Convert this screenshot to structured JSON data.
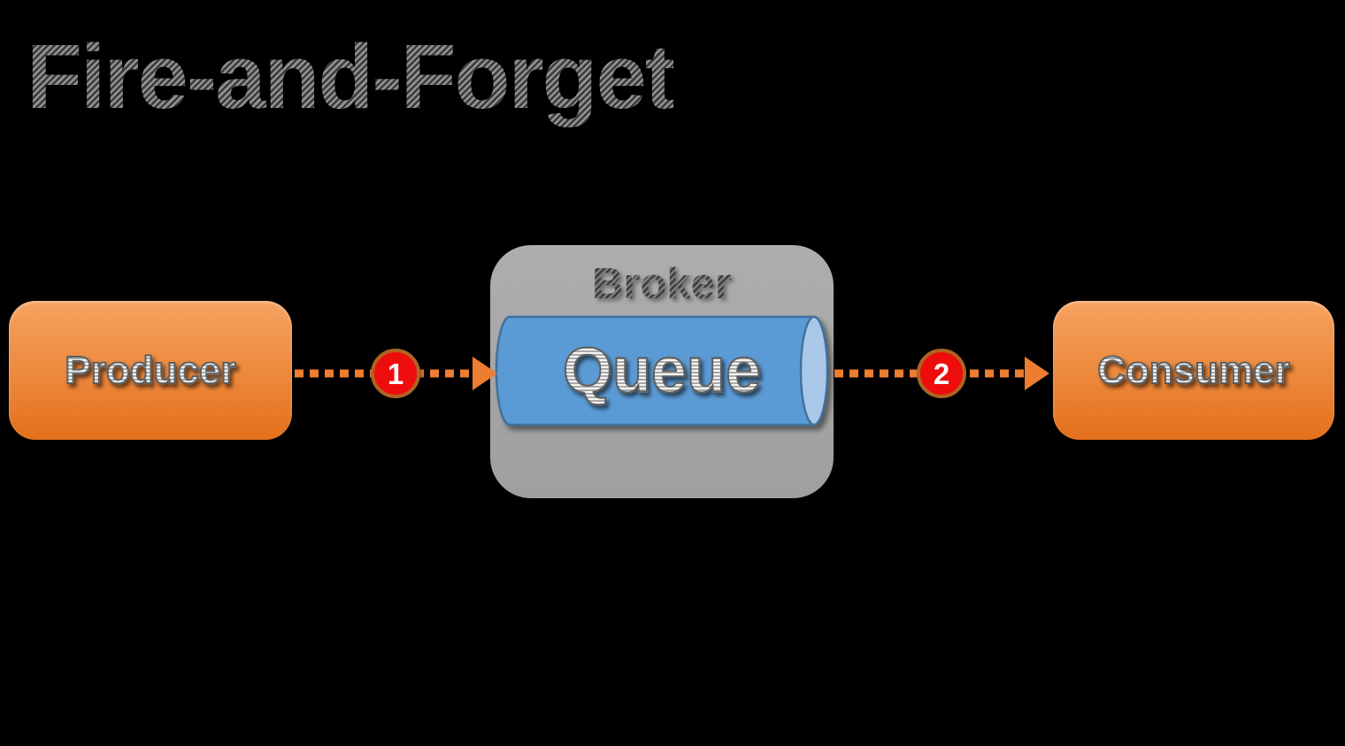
{
  "title": "Fire-and-Forget",
  "diagram": {
    "producer": {
      "label": "Producer"
    },
    "broker": {
      "label": "Broker",
      "queue": {
        "label": "Queue"
      }
    },
    "consumer": {
      "label": "Consumer"
    },
    "steps": [
      {
        "badge": "1",
        "from": "Producer",
        "to": "Queue"
      },
      {
        "badge": "2",
        "from": "Queue",
        "to": "Consumer"
      }
    ]
  },
  "colors": {
    "background": "#000000",
    "title_hatch_light": "#929292",
    "title_hatch_dark": "#3a3a3a",
    "node_orange_top": "#F5A260",
    "node_orange_bottom": "#E4701C",
    "broker_gray": "#A6A6A6",
    "queue_blue": "#5B9BD5",
    "queue_cap_blue": "#A9C7E9",
    "queue_border_blue": "#41719C",
    "arrow_orange": "#ED7D31",
    "badge_red": "#EE0D0D",
    "badge_ring": "#AE6422",
    "badge_text": "#FFFFFF"
  }
}
